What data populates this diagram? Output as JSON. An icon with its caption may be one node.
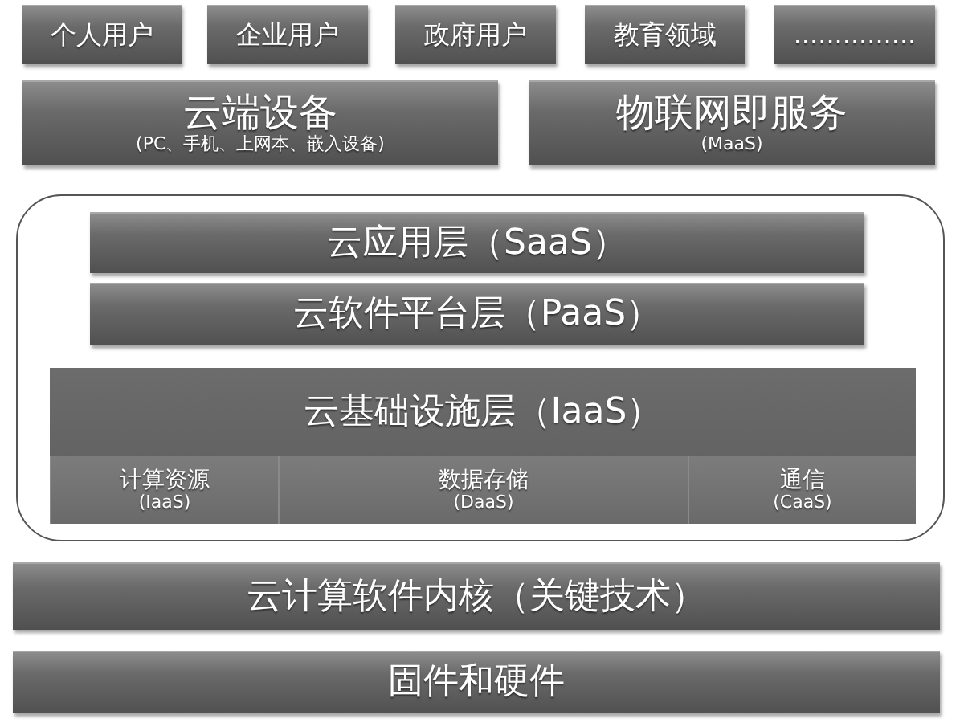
{
  "diagram": {
    "nodes": [
      {
        "text": [
          "个人用户"
        ]
      },
      {
        "text": [
          "企业用户"
        ]
      },
      {
        "text": [
          "政府用户"
        ]
      },
      {
        "text": [
          "教育领域"
        ]
      },
      {
        "text": [
          "..............."
        ]
      },
      {
        "text": [
          "云端设备",
          "(PC、手机、上网本、嵌入设备)"
        ]
      },
      {
        "text": [
          "物联网即服务",
          "(MaaS)"
        ]
      },
      {
        "text": [],
        "shape": "box"
      },
      {
        "text": [
          "云应用层（SaaS）"
        ],
        "in": 7
      },
      {
        "text": [
          "云软件平台层（PaaS）"
        ],
        "in": 7
      },
      {
        "text": [
          "云基础设施层（IaaS）"
        ],
        "in": 7
      },
      {
        "text": [
          "计算资源",
          "(IaaS)"
        ],
        "in": 10
      },
      {
        "text": [
          "数据存储",
          "(DaaS)"
        ],
        "in": 10
      },
      {
        "text": [
          "通信",
          "(CaaS)"
        ],
        "in": 10
      },
      {
        "text": [
          "云计算软件内核（关键技术）"
        ]
      },
      {
        "text": [
          "固件和硬件"
        ]
      }
    ]
  }
}
